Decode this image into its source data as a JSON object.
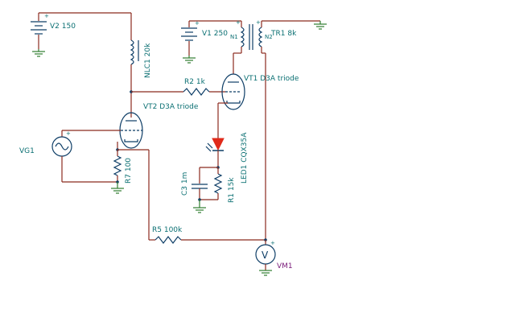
{
  "labels": {
    "v2": "V2 150",
    "v1": "V1 250",
    "nlc1": "NLC1 20k",
    "tr1": "TR1 8k",
    "n1": "N1",
    "n2": "N2",
    "r2": "R2 1k",
    "vt1": "VT1 D3A triode",
    "vt2": "VT2 D3A triode",
    "vg1": "VG1",
    "r7": "R7 100",
    "led1": "LED1 CQX35A",
    "c3": "C3 1m",
    "r1": "R1 15k",
    "r5": "R5 100k",
    "vm1": "VM1",
    "plus": "+",
    "v": "V"
  },
  "colors": {
    "wire": "#8b2a1f",
    "symbol": "#0d3d66",
    "ground": "#2f7d2f",
    "label": "#0a6f72",
    "meter_label": "#7a1b7a",
    "led": "#e02a1a"
  }
}
